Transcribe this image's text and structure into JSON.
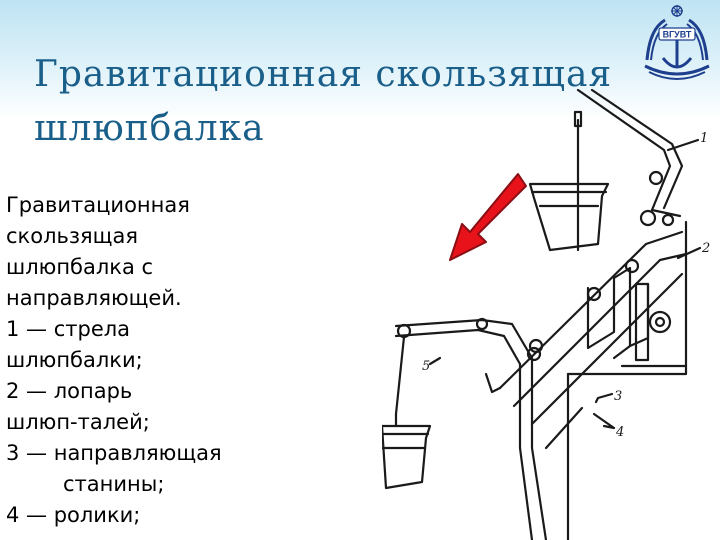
{
  "slide": {
    "title_line1": "Гравитационная скользящая",
    "title_line2": "шлюпбалка",
    "body": {
      "intro": [
        "Гравитационная",
        "скользящая",
        "шлюпбалка с",
        "направляющей."
      ],
      "items": [
        {
          "line1": "1 — стрела",
          "line2": "шлюпбалки;"
        },
        {
          "line1": "2 — лопарь",
          "line2": "шлюп-талей;"
        },
        {
          "line1": "3 — направляющая",
          "line2": "станины;"
        },
        {
          "line1": "4 — ролики;",
          "line2": ""
        }
      ]
    }
  },
  "logo": {
    "text": "ВГУВТ",
    "icon": "anchor-emblem-icon"
  },
  "figure": {
    "labels": [
      "1",
      "2",
      "3",
      "4",
      "5"
    ],
    "arrow_color": "#e8121b"
  },
  "colors": {
    "title": "#1a5f8a",
    "band": "#bfe3f3",
    "arrow": "#e8121b"
  }
}
